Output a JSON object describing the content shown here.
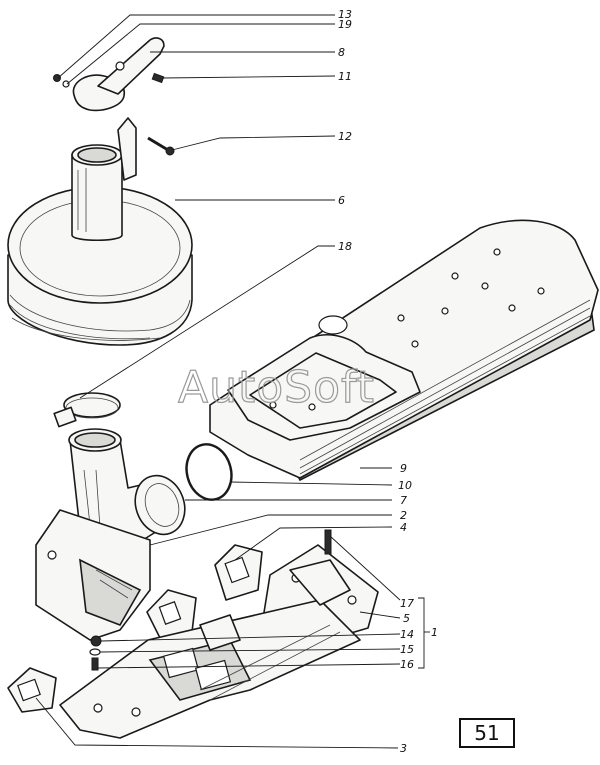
{
  "callouts": {
    "c13": "13",
    "c19": "19",
    "c8": "8",
    "c11": "11",
    "c12": "12",
    "c6": "6",
    "c18": "18",
    "c9": "9",
    "c10": "10",
    "c7": "7",
    "c2": "2",
    "c4": "4",
    "c17": "17",
    "c5": "5",
    "c14": "14",
    "c15": "15",
    "c16": "16",
    "c3": "3",
    "c1": "1"
  },
  "watermark": "AutoSoft",
  "page_number": "51"
}
